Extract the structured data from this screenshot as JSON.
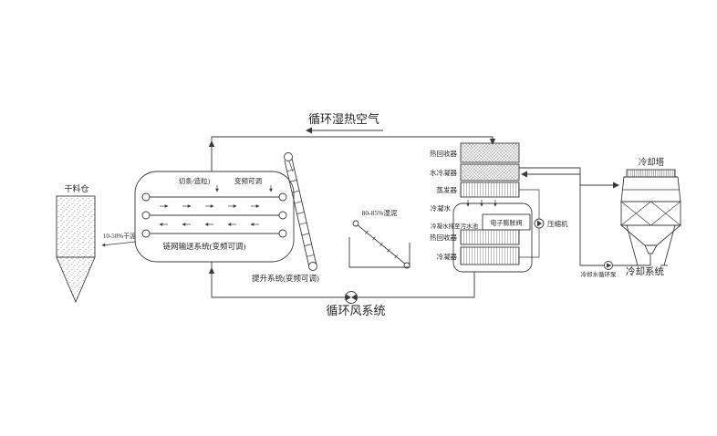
{
  "colors": {
    "ink": "#3a3a3a",
    "background": "#ffffff"
  },
  "labels": {
    "top_loop": "循环湿热空气",
    "bottom_loop": "循环风系统"
  },
  "silo": {
    "title": "干料仓",
    "note": "10-50%干泥"
  },
  "dryer": {
    "cut": "切条/造粒)",
    "vfd": "变频可调",
    "name": "链网输送系统(变频可调)"
  },
  "lift": {
    "name": "提升系统(变频可调)",
    "note": "80-85%湿泥"
  },
  "heatpump": {
    "heat_recovery_top": "热回收器",
    "water_condenser": "水冷凝器",
    "evaporator": "蒸发器",
    "condensate": "冷凝水",
    "drain": "冷凝水排至污水池",
    "expansion_valve": "电子膨胀阀",
    "compressor": "压缩机",
    "heat_recovery_bottom": "热回收器",
    "condenser": "冷凝器"
  },
  "cooling": {
    "tower": "冷却塔",
    "system": "冷却系统",
    "pump": "冷却水循环泵"
  }
}
